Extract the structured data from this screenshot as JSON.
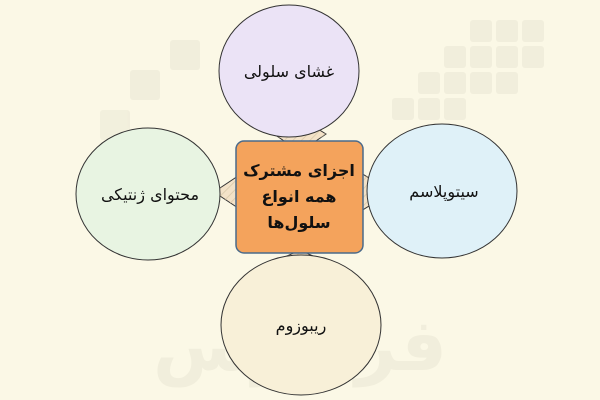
{
  "diagram": {
    "center": {
      "lines": [
        "اجزای مشترک",
        "همه انواع",
        "سلول‌ها"
      ]
    },
    "nodes": {
      "top": {
        "label": "غشای سلولی"
      },
      "right": {
        "label": "سیتوپلاسم"
      },
      "bottom": {
        "label": "ریبوزوم"
      },
      "left": {
        "label": "محتوای ژنتیکی"
      }
    }
  },
  "watermark": {
    "text": "فرادرس"
  },
  "colors": {
    "background": "#fbf8e6",
    "center_fill": "#f4a35c",
    "center_border": "#4a6a8a",
    "top_fill": "#ebe3f6",
    "right_fill": "#dff1f8",
    "bottom_fill": "#f8f0d8",
    "left_fill": "#e8f4e2",
    "connector_fill": "#f3e2c8",
    "outline": "#333333"
  }
}
